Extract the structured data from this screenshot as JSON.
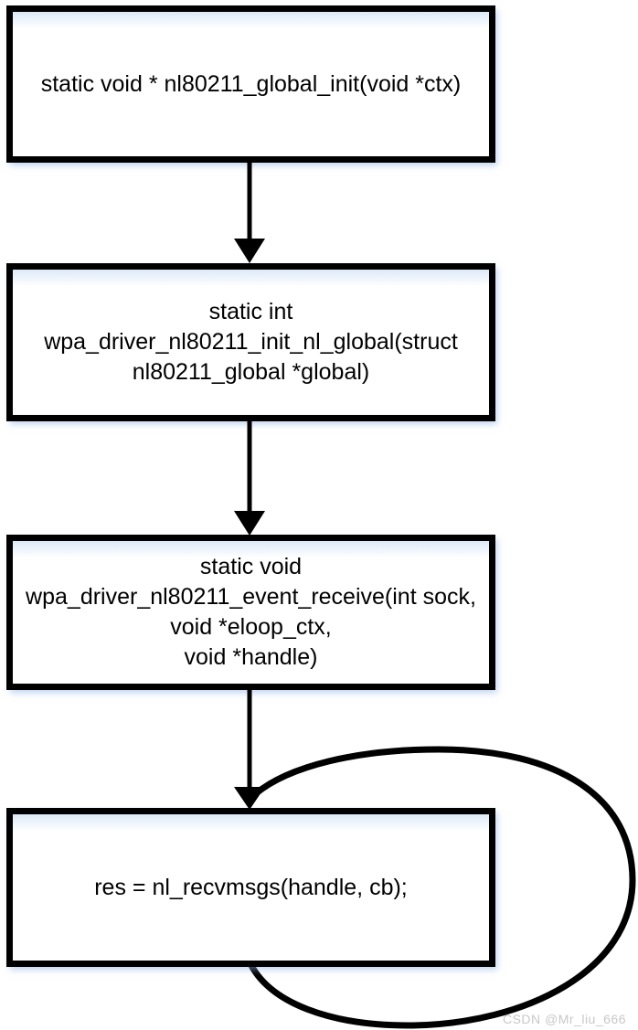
{
  "diagram": {
    "type": "flowchart",
    "nodes": [
      {
        "id": "nl80211_global_init",
        "label": "static void * nl80211_global_init(void *ctx)"
      },
      {
        "id": "wpa_driver_nl80211_init_nl_global",
        "label": "static int\nwpa_driver_nl80211_init_nl_global(struct\nnl80211_global *global)"
      },
      {
        "id": "wpa_driver_nl80211_event_receive",
        "label": "static void\nwpa_driver_nl80211_event_receive(int sock,\nvoid *eloop_ctx,\nvoid *handle)"
      },
      {
        "id": "nl_recvmsgs_call",
        "label": "res = nl_recvmsgs(handle, cb);"
      }
    ],
    "edges": [
      {
        "from": "nl80211_global_init",
        "to": "wpa_driver_nl80211_init_nl_global",
        "type": "arrow-down"
      },
      {
        "from": "wpa_driver_nl80211_init_nl_global",
        "to": "wpa_driver_nl80211_event_receive",
        "type": "arrow-down"
      },
      {
        "from": "wpa_driver_nl80211_event_receive",
        "to": "nl_recvmsgs_call",
        "type": "arrow-down"
      },
      {
        "from": "nl_recvmsgs_call",
        "to": "nl_recvmsgs_call",
        "type": "self-loop-right"
      }
    ],
    "colors": {
      "stroke": "#000000",
      "node_fill": "#ffffff",
      "node_top_tint": "#dce9f8",
      "shadow": "rgba(140,175,230,0.55)"
    }
  },
  "watermark": {
    "text": "CSDN @Mr_liu_666",
    "color": "#c8c8c8"
  }
}
